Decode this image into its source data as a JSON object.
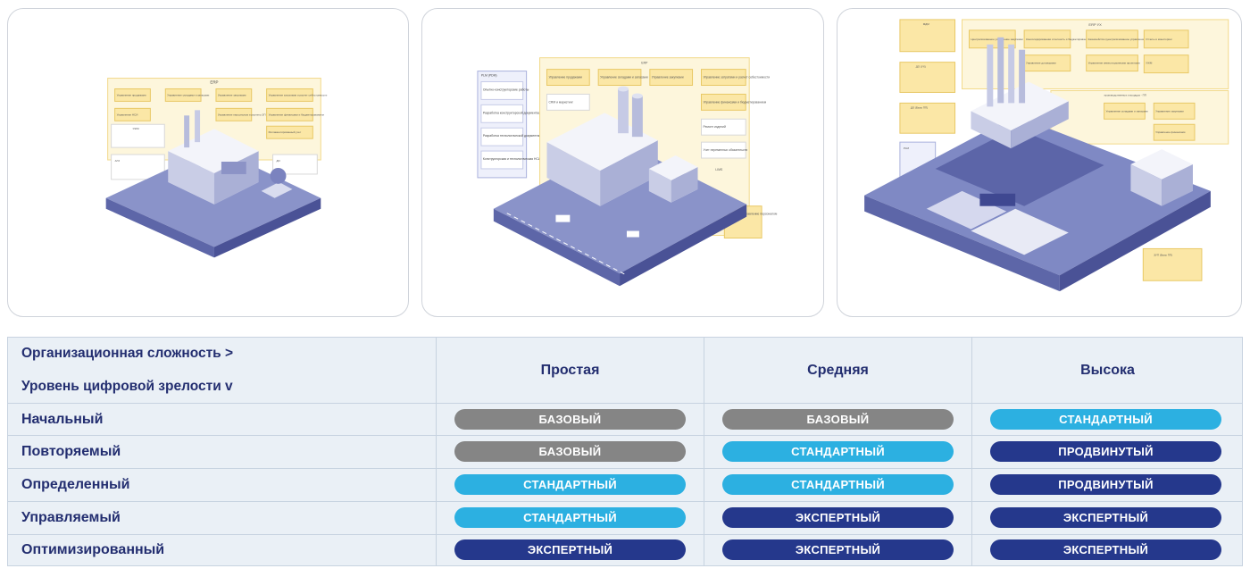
{
  "colors": {
    "base": "#858585",
    "standard": "#2cb0e1",
    "advanced": "#25388c",
    "expert": "#25388c",
    "header_text": "#232e70",
    "table_bg": "#eaf0f6"
  },
  "illustrations": [
    {
      "erp_title": "ERP",
      "boxes": [
        "Управление продажами",
        "Управление складами и запасами",
        "Управление закупками",
        "Управление затратами и расчет себестоимости",
        "Управление НСИ",
        "Управление персоналом и расчеты ЗП",
        "Управление финансами и бюджетированием",
        "Регламентированный учет"
      ],
      "side_boxes": [
        "УЖМ",
        "АГЗ",
        "ДО"
      ]
    },
    {
      "erp_title": "ERP",
      "plm_title": "PLM (PDM)",
      "plm_boxes": [
        "Опытно-конструкторские работы",
        "Разработка конструкторской документации",
        "Разработка технологической документации",
        "Конструкторская и технологическая НСИ"
      ],
      "boxes": [
        "Управление продажами",
        "Управление складами и запасами",
        "Управление закупками",
        "Управление затратами и расчет себестоимости",
        "CRM и маркетинг",
        "Управление финансами и бюджетированием",
        "Ремонт изделий",
        "Учет переменных обязательств"
      ],
      "side_boxes": [
        "LIMS",
        "Зарплата и управление персоналом"
      ]
    },
    {
      "erp_title": "ERP УХ",
      "left_boxes": [
        "МДМ",
        "ДО (УХ)",
        "ДО (Базы ПП)",
        "PLM"
      ],
      "top_boxes": [
        "Централизованное управление закупками",
        "Консолидированная отчетность и бюджетирование",
        "Казначейство (централизованное управление)",
        "Отчеты и мониторинг",
        "Управление договорами",
        "Управление инвестиционными проектами",
        "УЖМ"
      ],
      "right_boxes": [
        "Управление складами и запасами",
        "Управление закупками",
        "Управление финансами",
        "ЗУП (Базы ПП)"
      ],
      "mid_title": "производственных площадок - ПП"
    }
  ],
  "table": {
    "header_left_1": "Организационная сложность >",
    "header_left_2": "Уровень цифровой зрелости v",
    "columns": [
      "Простая",
      "Средняя",
      "Высока"
    ],
    "rows": [
      {
        "label": "Начальный",
        "cells": [
          {
            "text": "БАЗОВЫЙ",
            "level": "base"
          },
          {
            "text": "БАЗОВЫЙ",
            "level": "base"
          },
          {
            "text": "СТАНДАРТНЫЙ",
            "level": "standard"
          }
        ]
      },
      {
        "label": "Повторяемый",
        "cells": [
          {
            "text": "БАЗОВЫЙ",
            "level": "base"
          },
          {
            "text": "СТАНДАРТНЫЙ",
            "level": "standard"
          },
          {
            "text": "ПРОДВИНУТЫЙ",
            "level": "advanced"
          }
        ]
      },
      {
        "label": "Определенный",
        "cells": [
          {
            "text": "СТАНДАРТНЫЙ",
            "level": "standard"
          },
          {
            "text": "СТАНДАРТНЫЙ",
            "level": "standard"
          },
          {
            "text": "ПРОДВИНУТЫЙ",
            "level": "advanced"
          }
        ]
      },
      {
        "label": "Управляемый",
        "cells": [
          {
            "text": "СТАНДАРТНЫЙ",
            "level": "standard"
          },
          {
            "text": "ЭКСПЕРТНЫЙ",
            "level": "expert"
          },
          {
            "text": "ЭКСПЕРТНЫЙ",
            "level": "expert"
          }
        ]
      },
      {
        "label": "Оптимизированный",
        "cells": [
          {
            "text": "ЭКСПЕРТНЫЙ",
            "level": "expert"
          },
          {
            "text": "ЭКСПЕРТНЫЙ",
            "level": "expert"
          },
          {
            "text": "ЭКСПЕРТНЫЙ",
            "level": "expert"
          }
        ]
      }
    ]
  }
}
